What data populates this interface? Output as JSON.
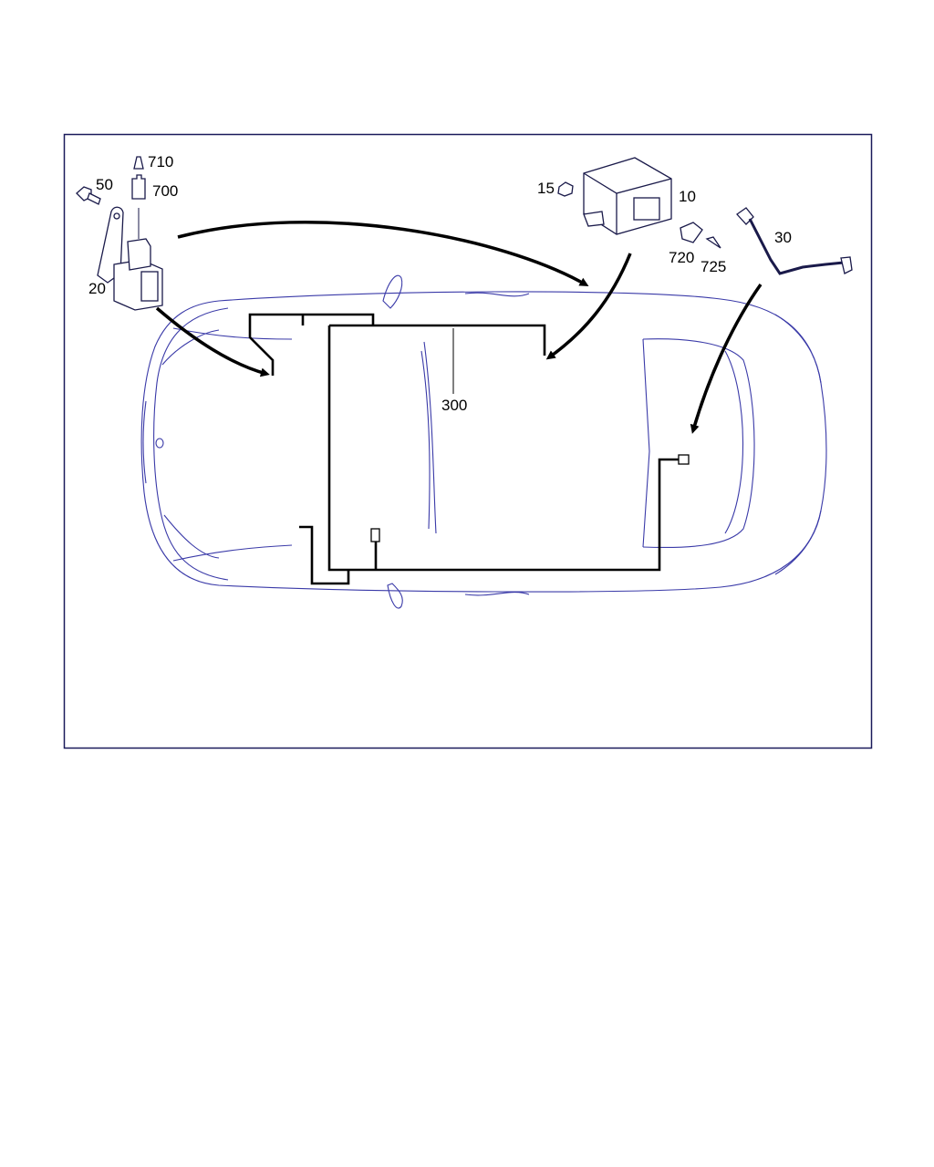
{
  "diagram": {
    "labels": {
      "p710": "710",
      "p700": "700",
      "p50": "50",
      "p20": "20",
      "p15": "15",
      "p10": "10",
      "p720": "720",
      "p725": "725",
      "p30": "30",
      "p300": "300"
    },
    "colors": {
      "frame": "#1a1a5a",
      "car_outline": "#3a3aa8",
      "wiring": "#000000"
    }
  }
}
